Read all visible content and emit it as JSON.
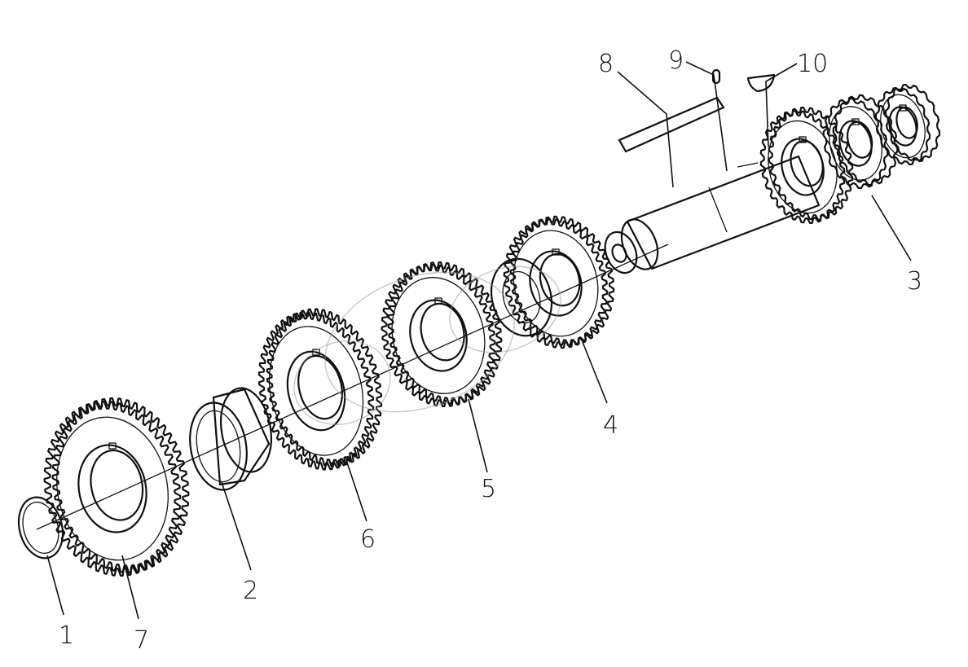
{
  "diagram": {
    "type": "exploded-parts-drawing",
    "ink_color": "#111111",
    "background_color": "#ffffff",
    "callouts": [
      {
        "id": "1",
        "text": "1"
      },
      {
        "id": "2",
        "text": "2"
      },
      {
        "id": "3",
        "text": "3"
      },
      {
        "id": "4",
        "text": "4"
      },
      {
        "id": "5",
        "text": "5"
      },
      {
        "id": "6",
        "text": "6"
      },
      {
        "id": "7",
        "text": "7"
      },
      {
        "id": "8",
        "text": "8"
      },
      {
        "id": "9",
        "text": "9"
      },
      {
        "id": "10",
        "text": "10"
      }
    ]
  }
}
